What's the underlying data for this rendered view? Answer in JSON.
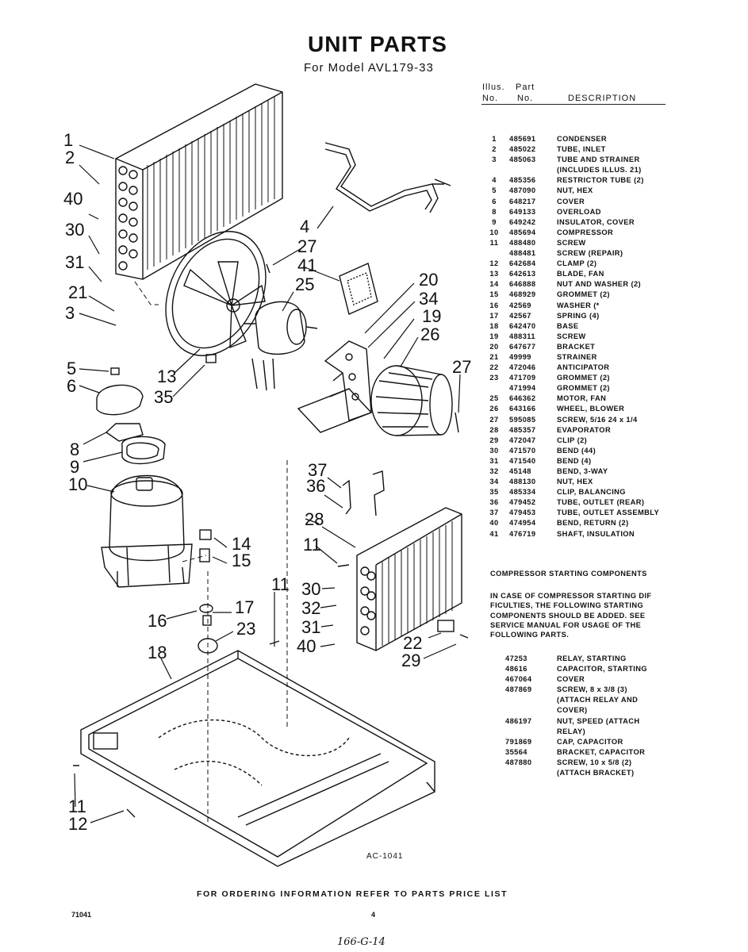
{
  "title": "UNIT PARTS",
  "subtitle": "For Model AVL179-33",
  "header": {
    "illus_top": "Illus.",
    "part_top": "Part",
    "no_illus": "No.",
    "no_part": "No.",
    "description": "DESCRIPTION"
  },
  "parts": [
    {
      "illus": "1",
      "part": "485691",
      "desc": "CONDENSER"
    },
    {
      "illus": "2",
      "part": "485022",
      "desc": "TUBE, INLET"
    },
    {
      "illus": "3",
      "part": "485063",
      "desc": "TUBE AND STRAINER"
    },
    {
      "illus": "",
      "part": "",
      "desc": "(INCLUDES ILLUS. 21)"
    },
    {
      "illus": "4",
      "part": "485356",
      "desc": "RESTRICTOR TUBE (2)"
    },
    {
      "illus": "5",
      "part": "487090",
      "desc": "NUT, HEX"
    },
    {
      "illus": "6",
      "part": "648217",
      "desc": "COVER"
    },
    {
      "illus": "8",
      "part": "649133",
      "desc": "OVERLOAD"
    },
    {
      "illus": "9",
      "part": "649242",
      "desc": "INSULATOR, COVER"
    },
    {
      "illus": "10",
      "part": "485694",
      "desc": "COMPRESSOR"
    },
    {
      "illus": "11",
      "part": "488480",
      "desc": "SCREW"
    },
    {
      "illus": "",
      "part": "488481",
      "desc": "SCREW (REPAIR)"
    },
    {
      "illus": "12",
      "part": "642684",
      "desc": "CLAMP (2)"
    },
    {
      "illus": "13",
      "part": "642613",
      "desc": "BLADE, FAN"
    },
    {
      "illus": "14",
      "part": "646888",
      "desc": "NUT AND WASHER (2)"
    },
    {
      "illus": "15",
      "part": "468929",
      "desc": "GROMMET (2)"
    },
    {
      "illus": "16",
      "part": "42569",
      "desc": "WASHER (*"
    },
    {
      "illus": "17",
      "part": "42567",
      "desc": "SPRING (4)"
    },
    {
      "illus": "18",
      "part": "642470",
      "desc": "BASE"
    },
    {
      "illus": "19",
      "part": "488311",
      "desc": "SCREW"
    },
    {
      "illus": "20",
      "part": "647677",
      "desc": "BRACKET"
    },
    {
      "illus": "21",
      "part": "49999",
      "desc": "STRAINER"
    },
    {
      "illus": "22",
      "part": "472046",
      "desc": "ANTICIPATOR"
    },
    {
      "illus": "23",
      "part": "471709",
      "desc": "GROMMET (2)"
    },
    {
      "illus": "",
      "part": "471994",
      "desc": "GROMMET (2)"
    },
    {
      "illus": "25",
      "part": "646362",
      "desc": "MOTOR, FAN"
    },
    {
      "illus": "26",
      "part": "643166",
      "desc": "WHEEL, BLOWER"
    },
    {
      "illus": "27",
      "part": "595085",
      "desc": "SCREW, 5/16 24 x 1/4"
    },
    {
      "illus": "28",
      "part": "485357",
      "desc": "EVAPORATOR"
    },
    {
      "illus": "29",
      "part": "472047",
      "desc": "CLIP (2)"
    },
    {
      "illus": "30",
      "part": "471570",
      "desc": "BEND (44)"
    },
    {
      "illus": "31",
      "part": "471540",
      "desc": "BEND (4)"
    },
    {
      "illus": "32",
      "part": "45148",
      "desc": "BEND, 3-WAY"
    },
    {
      "illus": "34",
      "part": "488130",
      "desc": "NUT, HEX"
    },
    {
      "illus": "35",
      "part": "485334",
      "desc": "CLIP, BALANCING"
    },
    {
      "illus": "36",
      "part": "479452",
      "desc": "TUBE, OUTLET (REAR)"
    },
    {
      "illus": "37",
      "part": "479453",
      "desc": "TUBE, OUTLET ASSEMBLY"
    },
    {
      "illus": "40",
      "part": "474954",
      "desc": "BEND, RETURN (2)"
    },
    {
      "illus": "41",
      "part": "476719",
      "desc": "SHAFT, INSULATION"
    }
  ],
  "compressor_section_title": "COMPRESSOR STARTING COMPONENTS",
  "compressor_note": [
    "IN CASE OF COMPRESSOR STARTING  DIF",
    "FICULTIES, THE FOLLOWING STARTING",
    "COMPONENTS SHOULD BE ADDED. SEE",
    "SERVICE MANUAL FOR USAGE OF THE",
    "FOLLOWING PARTS."
  ],
  "starting_parts": [
    {
      "part": "47253",
      "desc": "RELAY, STARTING"
    },
    {
      "part": "48616",
      "desc": "CAPACITOR, STARTING"
    },
    {
      "part": "467064",
      "desc": "COVER"
    },
    {
      "part": "487869",
      "desc": "SCREW, 8 x 3/8 (3)"
    },
    {
      "part": "",
      "desc": "(ATTACH RELAY AND"
    },
    {
      "part": "",
      "desc": "COVER)"
    },
    {
      "part": "486197",
      "desc": "NUT, SPEED (ATTACH"
    },
    {
      "part": "",
      "desc": "RELAY)"
    },
    {
      "part": "791869",
      "desc": "CAP, CAPACITOR"
    },
    {
      "part": "35564",
      "desc": "BRACKET, CAPACITOR"
    },
    {
      "part": "487880",
      "desc": "SCREW, 10 x 5/8 (2)"
    },
    {
      "part": "",
      "desc": "(ATTACH BRACKET)"
    }
  ],
  "diagram_code": "AC-1041",
  "footer": "FOR ORDERING INFORMATION REFER TO PARTS PRICE LIST",
  "doc_code": "71041",
  "page_number": "4",
  "handwritten_note": "166-G-14",
  "callouts": {
    "c1": "1",
    "c2": "2",
    "c40a": "40",
    "c30a": "30",
    "c31a": "31",
    "c21": "21",
    "c3": "3",
    "c5": "5",
    "c6": "6",
    "c8": "8",
    "c9": "9",
    "c10": "10",
    "c4": "4",
    "c27a": "27",
    "c41": "41",
    "c25": "25",
    "c13": "13",
    "c35": "35",
    "c20": "20",
    "c34": "34",
    "c19": "19",
    "c26": "26",
    "c27b": "27",
    "c14": "14",
    "c15": "15",
    "c16": "16",
    "c17": "17",
    "c23": "23",
    "c18": "18",
    "c11a": "11",
    "c11b": "11",
    "c12": "12",
    "c37": "37",
    "c36": "36",
    "c28": "28",
    "c11c": "11",
    "c30b": "30",
    "c32": "32",
    "c31b": "31",
    "c40b": "40",
    "c22": "22",
    "c29": "29"
  }
}
